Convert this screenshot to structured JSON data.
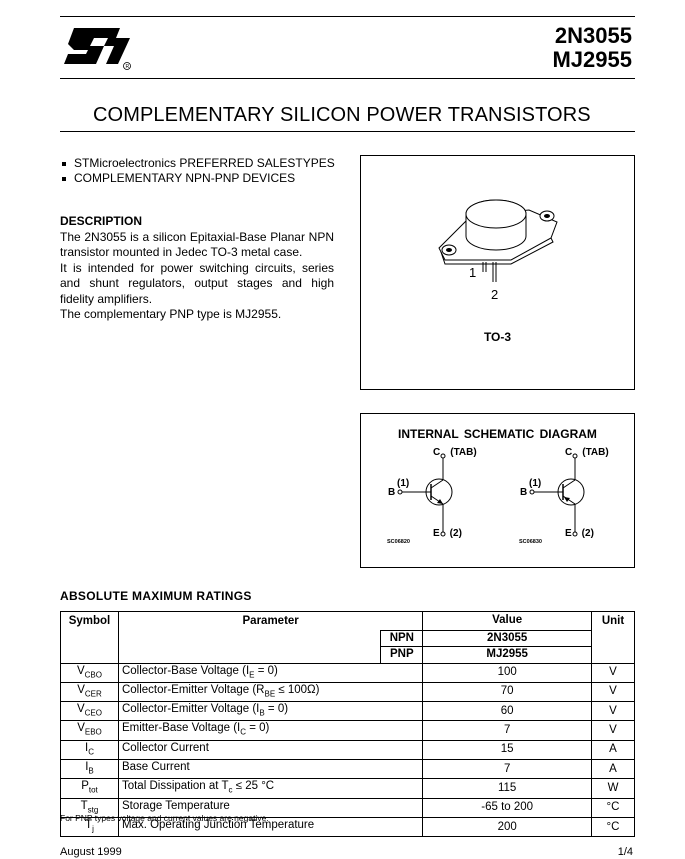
{
  "header": {
    "logo_text": "ST",
    "part1": "2N3055",
    "part2": "MJ2955"
  },
  "title": "COMPLEMENTARY SILICON POWER TRANSISTORS",
  "bullets": [
    "STMicroelectronics PREFERRED SALESTYPES",
    "COMPLEMENTARY NPN-PNP DEVICES"
  ],
  "description": {
    "heading": "DESCRIPTION",
    "p1": "The 2N3055 is a silicon Epitaxial-Base Planar NPN transistor mounted in Jedec TO-3 metal case.",
    "p2": "It is intended for power switching circuits, series and shunt regulators, output stages and high fidelity amplifiers.",
    "p3": "The complementary PNP type is MJ2955."
  },
  "package": {
    "pin1": "1",
    "pin2": "2",
    "label": "TO-3"
  },
  "schematic": {
    "title": "INTERNAL SCHEMATIC DIAGRAM",
    "c_label": "C",
    "tab_label": "(TAB)",
    "b_label": "B",
    "b_pin": "(1)",
    "e_label": "E",
    "e_pin": "(2)",
    "code1": "SC06820",
    "code2": "SC06830"
  },
  "ratings": {
    "section_title": "ABSOLUTE MAXIMUM RATINGS",
    "col_symbol": "Symbol",
    "col_parameter": "Parameter",
    "col_value": "Value",
    "col_unit": "Unit",
    "npn_label": "NPN",
    "pnp_label": "PNP",
    "npn_part": "2N3055",
    "pnp_part": "MJ2955",
    "rows": [
      {
        "sym": "V",
        "sub": "CBO",
        "param": "Collector-Base Voltage (I",
        "psub": "E",
        "ptail": " = 0)",
        "value": "100",
        "unit": "V"
      },
      {
        "sym": "V",
        "sub": "CER",
        "param": "Collector-Emitter Voltage (R",
        "psub": "BE",
        "ptail": " ≤  100Ω)",
        "value": "70",
        "unit": "V"
      },
      {
        "sym": "V",
        "sub": "CEO",
        "param": "Collector-Emitter Voltage (I",
        "psub": "B",
        "ptail": " = 0)",
        "value": "60",
        "unit": "V"
      },
      {
        "sym": "V",
        "sub": "EBO",
        "param": "Emitter-Base Voltage (I",
        "psub": "C",
        "ptail": " = 0)",
        "value": "7",
        "unit": "V"
      },
      {
        "sym": "I",
        "sub": "C",
        "param": "Collector Current",
        "psub": "",
        "ptail": "",
        "value": "15",
        "unit": "A"
      },
      {
        "sym": "I",
        "sub": "B",
        "param": "Base Current",
        "psub": "",
        "ptail": "",
        "value": "7",
        "unit": "A"
      },
      {
        "sym": "P",
        "sub": "tot",
        "param": "Total Dissipation at T",
        "psub": "c",
        "ptail": " ≤ 25 °C",
        "value": "115",
        "unit": "W"
      },
      {
        "sym": "T",
        "sub": "stg",
        "param": "Storage Temperature",
        "psub": "",
        "ptail": "",
        "value": "-65 to 200",
        "unit": "°C"
      },
      {
        "sym": "T",
        "sub": "j",
        "param": "Max. Operating Junction Temperature",
        "psub": "",
        "ptail": "",
        "value": "200",
        "unit": "°C"
      }
    ],
    "note": "For PNP types voltage and current values are negative."
  },
  "footer": {
    "date": "August 1999",
    "page": "1/4"
  }
}
